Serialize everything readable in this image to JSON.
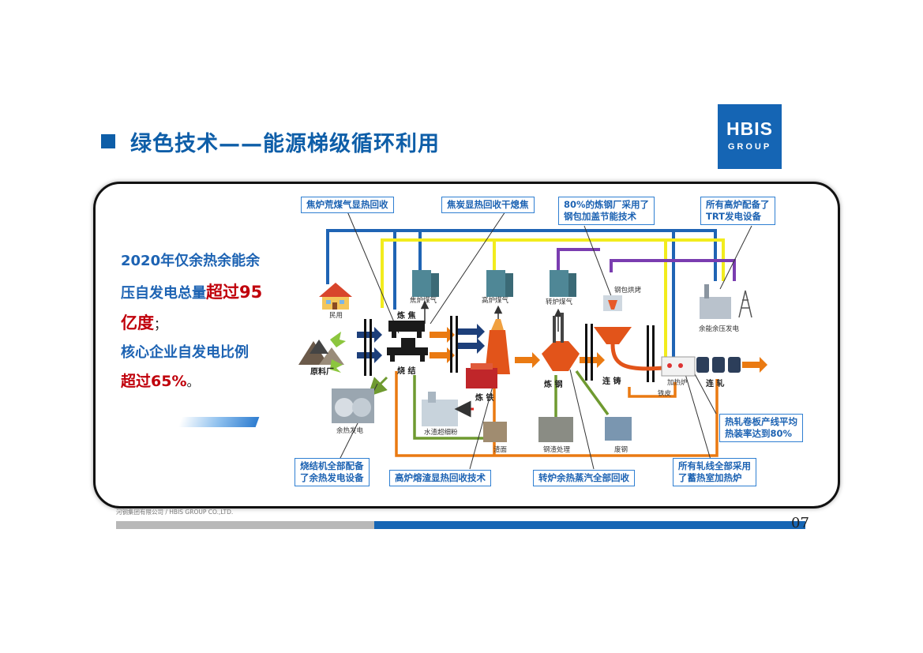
{
  "title": "绿色技术——能源梯级循环利用",
  "logo": {
    "line1": "HBIS",
    "line2": "GROUP"
  },
  "summary": {
    "line1": "2020年仅余热余能余",
    "line2_plain": "压自发电总量",
    "line2_red": "超过95",
    "line3_red": "亿度",
    "line3_tail": "；",
    "line4": "核心企业自发电比例",
    "line5_red": "超过65%",
    "line5_tail": "。"
  },
  "callouts": {
    "coke_oven_gas": "焦炉荒煤气显热回收",
    "coke_dry_quench": "焦炭显热回收干熄焦",
    "ladle_line1": "80%的炼钢厂采用了",
    "ladle_line2": "钢包加盖节能技术",
    "trt_line1": "所有高炉配备了",
    "trt_line2": "TRT发电设备",
    "sinter_line1": "烧结机全部配备",
    "sinter_line2": "了余热发电设备",
    "bf_slag": "高炉熔渣显热回收技术",
    "converter_steam": "转炉余热蒸汽全部回收",
    "hot_roll_line1": "热轧卷板产线平均",
    "hot_roll_line2": "热装率达到80%",
    "rolling_line1": "所有轧线全部采用",
    "rolling_line2": "了蓄热室加热炉"
  },
  "diagram_labels": {
    "civil": "民用",
    "raw_material": "原料厂",
    "coking": "炼 焦",
    "sintering": "烧 结",
    "coke_gas": "焦炉煤气",
    "bf_gas": "高炉煤气",
    "converter_gas": "转炉煤气",
    "ironmaking": "炼 铁",
    "steelmaking": "炼 钢",
    "casting": "连 铸",
    "ladle_baking": "钢包烘烤",
    "reheating": "加热炉",
    "rolling": "连 轧",
    "scale": "铁皮",
    "waste_power": "余热发电",
    "slag_powder": "水渣超细粉",
    "slag_surface": "渣面",
    "steel_slag": "钢渣处理",
    "scrap": "废钢",
    "residual_power": "余能余压发电"
  },
  "colors": {
    "blue_line": "#1f64b4",
    "yellow_line": "#f2ec1d",
    "purple_line": "#7a3db0",
    "orange_line": "#ea7a12",
    "green_line": "#6f9a30",
    "navy_arrow": "#1d3f7a",
    "red_accent": "#c0000b"
  },
  "footer": {
    "company": "河钢集团有限公司 /  HBIS GROUP CO.,LTD.",
    "page_number": "07"
  }
}
